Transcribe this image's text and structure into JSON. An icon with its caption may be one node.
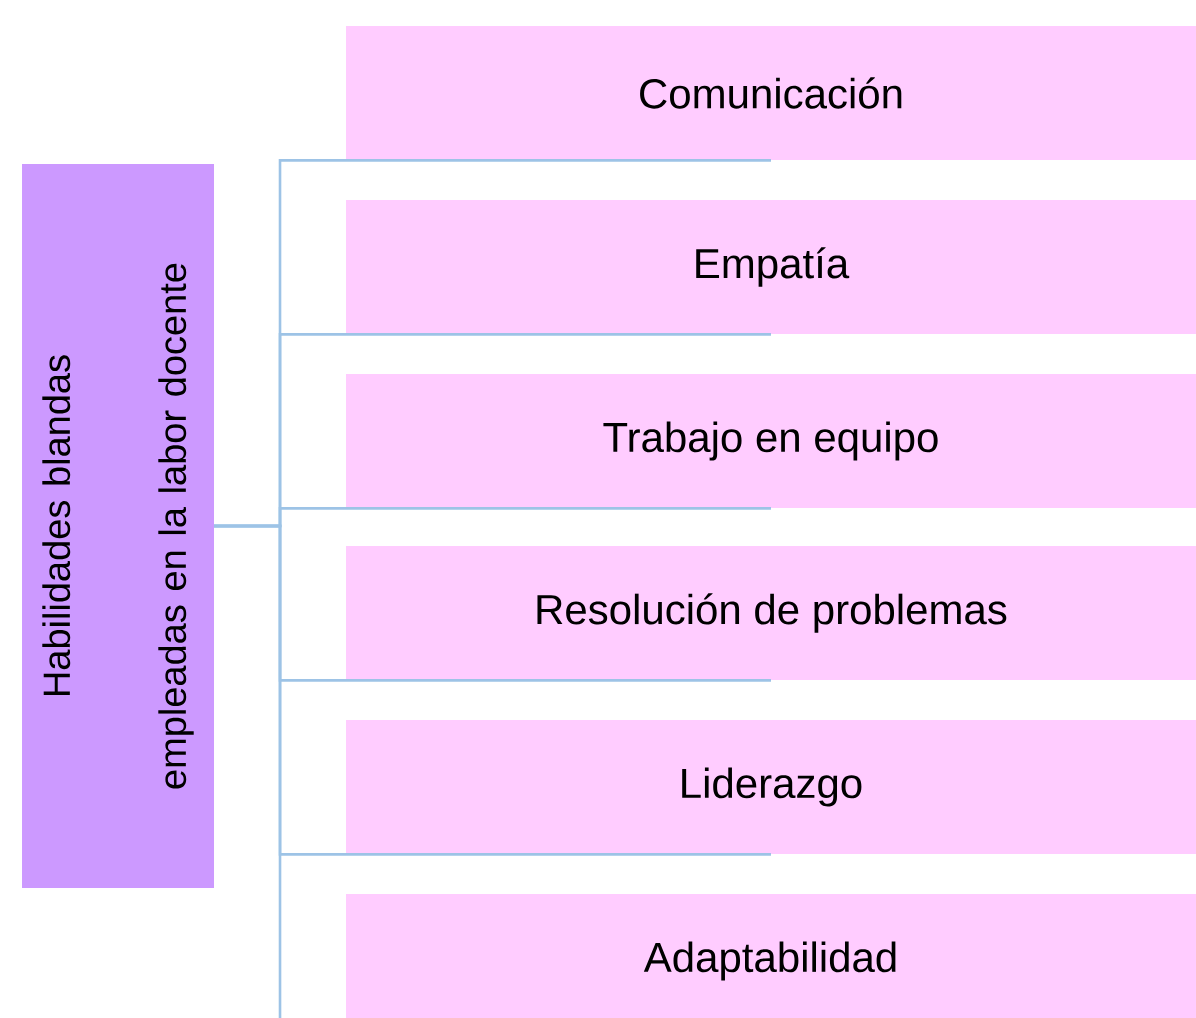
{
  "diagram": {
    "nodes": [
      {
        "text": [
          "Habilidades blandas empleadas en la labor docente"
        ]
      },
      {
        "text": [
          "Comunicación"
        ]
      },
      {
        "text": [
          "Empatía"
        ]
      },
      {
        "text": [
          "Trabajo en equipo"
        ]
      },
      {
        "text": [
          "Resolución de problemas"
        ]
      },
      {
        "text": [
          "Liderazgo"
        ]
      },
      {
        "text": [
          "Adaptabilidad"
        ]
      }
    ],
    "edges": [
      {
        "from": 0,
        "to": 1,
        "arrow": "none"
      },
      {
        "from": 0,
        "to": 2,
        "arrow": "none"
      },
      {
        "from": 0,
        "to": 3,
        "arrow": "none"
      },
      {
        "from": 0,
        "to": 4,
        "arrow": "none"
      },
      {
        "from": 0,
        "to": 5,
        "arrow": "none"
      },
      {
        "from": 0,
        "to": 6,
        "arrow": "none"
      }
    ]
  }
}
